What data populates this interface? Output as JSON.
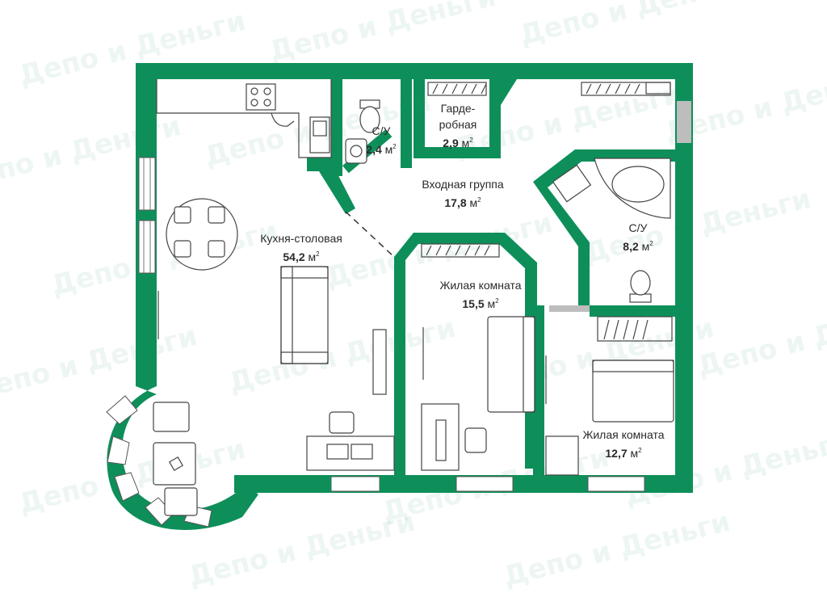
{
  "watermark": {
    "text": "Депо и Деньги"
  },
  "rooms": [
    {
      "name": "Кухня-столовая",
      "area": "54,2",
      "unit": "м"
    },
    {
      "name": "С/У",
      "area": "2,4",
      "unit": "м"
    },
    {
      "name": "Гарде-\nробная",
      "name_line1": "Гарде-",
      "name_line2": "робная",
      "area": "2,9",
      "unit": "м"
    },
    {
      "name": "Входная группа",
      "area": "17,8",
      "unit": "м"
    },
    {
      "name": "С/У",
      "area": "8,2",
      "unit": "м"
    },
    {
      "name": "Жилая комната",
      "area": "15,5",
      "unit": "м"
    },
    {
      "name": "Жилая комната",
      "area": "12,7",
      "unit": "м"
    }
  ],
  "area_superscript": "2",
  "colors": {
    "wall": "#0e8f5a",
    "furniture": "#444444",
    "background": "#ffffff"
  }
}
